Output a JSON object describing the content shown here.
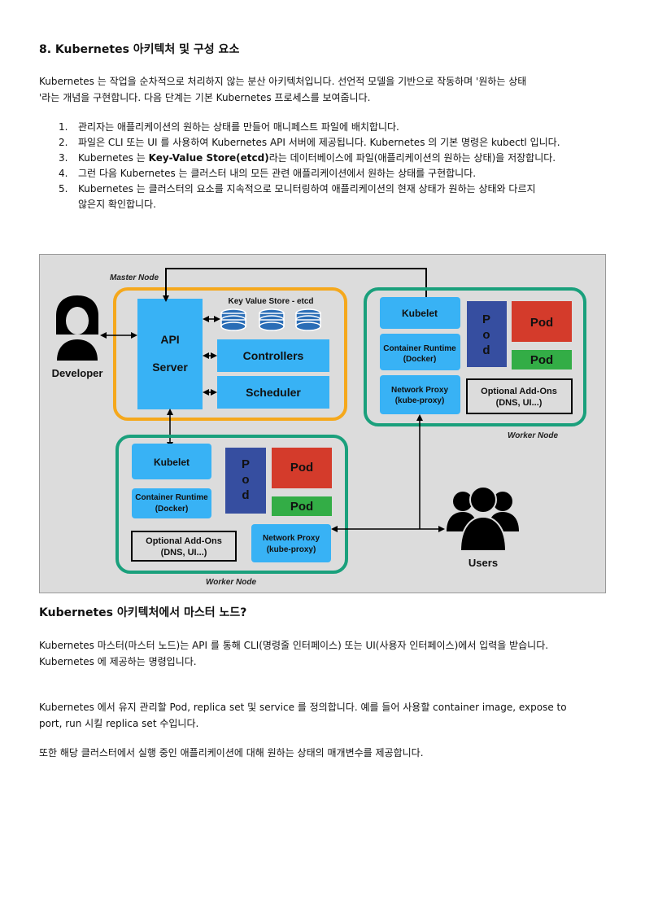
{
  "section1": {
    "heading": "8. Kubernetes 아키텍처 및 구성 요소",
    "intro_line1": "Kubernetes 는 작업을 순차적으로 처리하지 않는 분산 아키텍처입니다. 선언적 모델을 기반으로 작동하며 '원하는 상태",
    "intro_line2": "'라는 개념을 구현합니다. 다음 단계는 기본 Kubernetes 프로세스를 보여줍니다.",
    "steps": [
      {
        "num": "1.",
        "text": "관리자는 애플리케이션의 원하는 상태를 만들어 매니페스트 파일에 배치합니다."
      },
      {
        "num": "2.",
        "text": "파일은 CLI 또는 UI 를 사용하여 Kubernetes API 서버에 제공됩니다. Kubernetes 의 기본 명령은 kubectl 입니다."
      },
      {
        "num": "3.",
        "pre": "Kubernetes 는 ",
        "bold": "Key-Value Store(etcd)",
        "post": "라는 데이터베이스에 파일(애플리케이션의 원하는 상태)을 저장합니다."
      },
      {
        "num": "4.",
        "text": "그런 다음 Kubernetes 는 클러스터 내의 모든 관련 애플리케이션에서 원하는 상태를 구현합니다."
      },
      {
        "num": "5.",
        "line1": "Kubernetes 는 클러스터의 요소를 지속적으로 모니터링하여 애플리케이션의 현재 상태가 원하는 상태와 다르지",
        "line2": "않은지 확인합니다."
      }
    ]
  },
  "diagram": {
    "master_node": "Master Node",
    "kv_store": "Key Value Store - etcd",
    "api_line1": "API",
    "api_line2": "Server",
    "controllers": "Controllers",
    "scheduler": "Scheduler",
    "developer": "Developer",
    "users": "Users",
    "kubelet": "Kubelet",
    "runtime_line1": "Container Runtime",
    "runtime_line2": "(Docker)",
    "proxy_line1": "Network Proxy",
    "proxy_line2": "(kube-proxy)",
    "addons_line1": "Optional Add-Ons",
    "addons_line2": "(DNS, UI...)",
    "pod": "Pod",
    "pod_vertical": [
      "P",
      "o",
      "d"
    ],
    "worker_node": "Worker Node",
    "colors": {
      "background": "#dcdcdc",
      "master_border": "#f5a81c",
      "worker_border": "#1aa07c",
      "component_blue": "#38b2f5",
      "pod_dark_blue": "#364ea0",
      "pod_red": "#d43b2b",
      "pod_green": "#33ad46"
    }
  },
  "section2": {
    "heading": "Kubernetes 아키텍처에서 마스터 노드?",
    "para1_line1": "Kubernetes 마스터(마스터 노드)는 API 를 통해 CLI(명령줄 인터페이스) 또는 UI(사용자 인터페이스)에서 입력을 받습니다.",
    "para1_line2": "Kubernetes 에 제공하는 명령입니다.",
    "para2_line1": "Kubernetes 에서 유지 관리할 Pod, replica set 및 service 를 정의합니다. 예를 들어 사용할 container image, expose to",
    "para2_line2": "port, run 시킬  replica set  수입니다.",
    "para3": "또한 해당 클러스터에서 실행 중인 애플리케이션에 대해 원하는 상태의 매개변수를 제공합니다."
  }
}
